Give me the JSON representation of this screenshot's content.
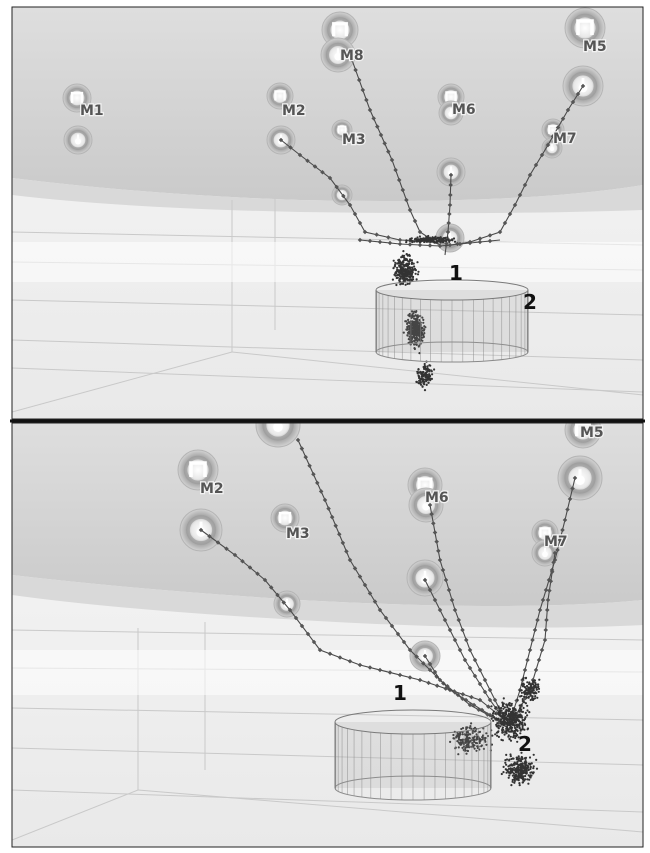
{
  "top_panel": {
    "sensor_labels": [
      "M1",
      "M2",
      "M3",
      "M5",
      "M6",
      "M7",
      "M8"
    ],
    "markers": [
      "1",
      "2"
    ]
  },
  "bottom_panel": {
    "sensor_labels": [
      "M2",
      "M3",
      "M5",
      "M6",
      "M7"
    ],
    "markers": [
      "1",
      "2"
    ]
  },
  "colors": {
    "ceiling": "#d6d6d6",
    "floor": "#f4f4f4",
    "sensor_ring": "#a8a8a8",
    "ray": "#4a4a4a",
    "points": "#333333",
    "cylinder": "#8a8a8a"
  }
}
